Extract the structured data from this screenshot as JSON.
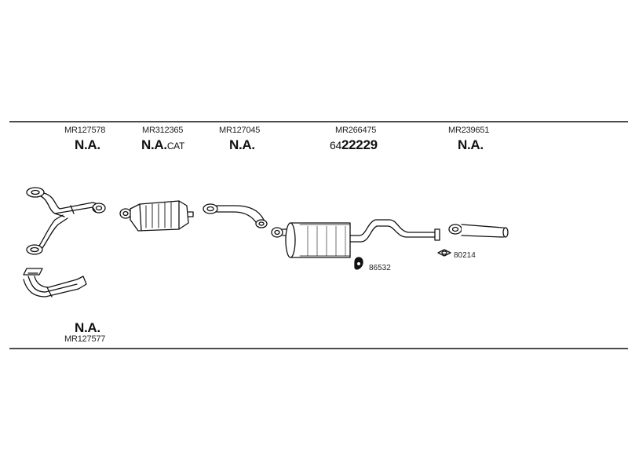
{
  "columns": [
    {
      "part_no": "MR127578",
      "label": "N.A.",
      "label_suffix": ""
    },
    {
      "part_no": "MR312365",
      "label": "N.A.",
      "label_suffix": "CAT"
    },
    {
      "part_no": "MR127045",
      "label": "N.A.",
      "label_suffix": ""
    },
    {
      "part_no": "MR266475",
      "label_prefix": "64",
      "label": "22229",
      "label_suffix": ""
    },
    {
      "part_no": "MR239651",
      "label": "N.A.",
      "label_suffix": ""
    }
  ],
  "lower": {
    "label": "N.A.",
    "part_no": "MR127577"
  },
  "accessories": {
    "mount_code": "86532",
    "gasket_code": "80214"
  }
}
